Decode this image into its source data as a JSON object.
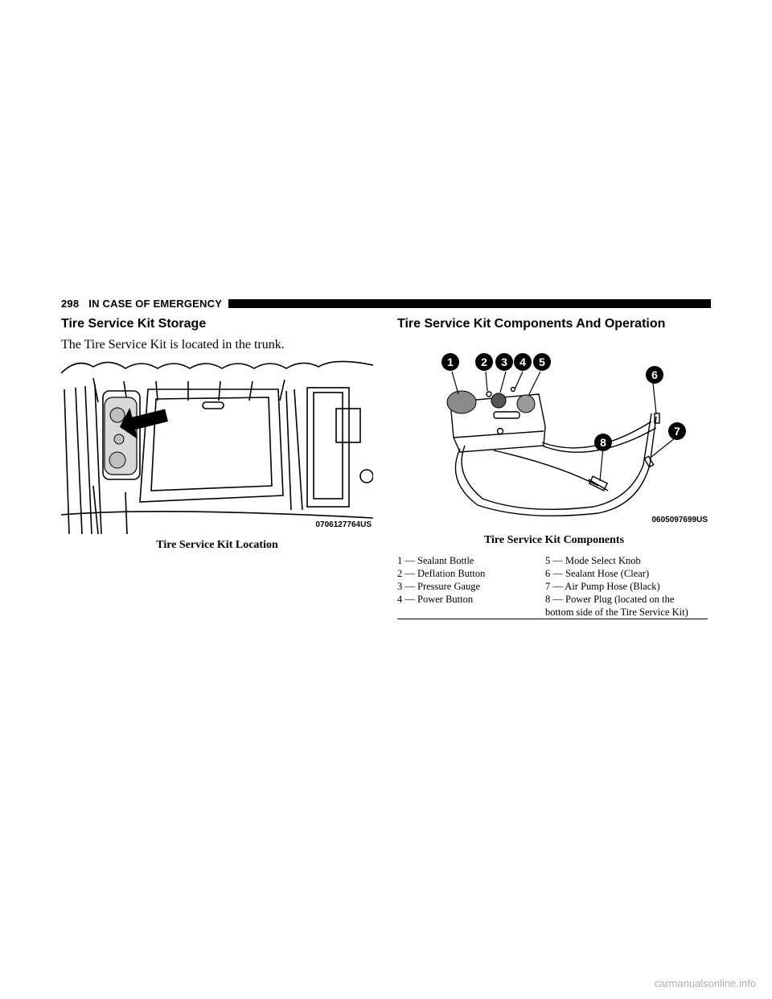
{
  "header": {
    "page_number": "298",
    "section": "IN CASE OF EMERGENCY"
  },
  "left": {
    "heading": "Tire Service Kit Storage",
    "text": "The Tire Service Kit is located in the trunk.",
    "figure_code": "0706127764US",
    "caption": "Tire Service Kit Location"
  },
  "right": {
    "heading": "Tire Service Kit Components And Operation",
    "figure_code": "0605097699US",
    "caption": "Tire Service Kit Components",
    "callouts": [
      "1",
      "2",
      "3",
      "4",
      "5",
      "6",
      "7",
      "8"
    ],
    "legend_left": [
      "1 — Sealant Bottle",
      "2 — Deflation Button",
      "3 — Pressure Gauge",
      "4 — Power Button"
    ],
    "legend_right": [
      "5 — Mode Select Knob",
      "6 — Sealant Hose (Clear)",
      "7 — Air Pump Hose (Black)",
      "8 — Power Plug (located on the",
      "bottom side of the Tire Service Kit)"
    ]
  },
  "footer": {
    "watermark": "carmanualsonline.info"
  }
}
